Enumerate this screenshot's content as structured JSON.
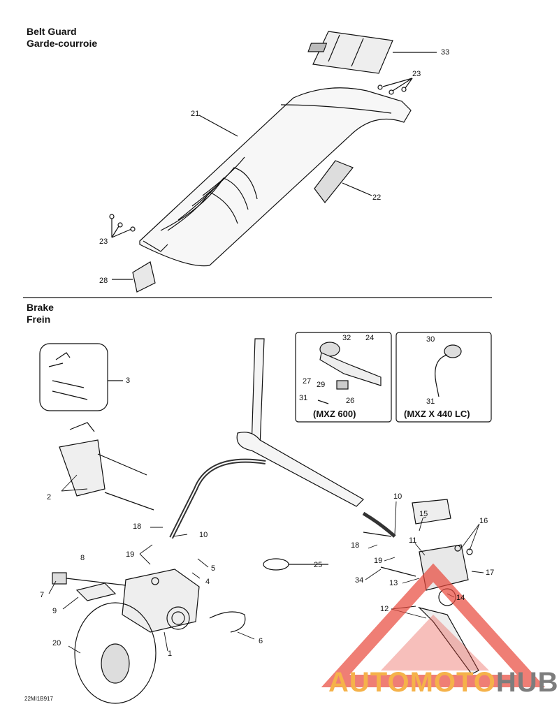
{
  "sections": {
    "belt_guard": {
      "title_en": "Belt Guard",
      "title_fr": "Garde-courroie"
    },
    "brake": {
      "title_en": "Brake",
      "title_fr": "Frein"
    }
  },
  "variants": {
    "mxz600": "(MXZ 600)",
    "mxzx440": "(MXZ X 440 LC)"
  },
  "callouts": {
    "c33": "33",
    "c23a": "23",
    "c21": "21",
    "c22": "22",
    "c23b": "23",
    "c28": "28",
    "c32": "32",
    "c24": "24",
    "c27": "27",
    "c29": "29",
    "c31a": "31",
    "c26": "26",
    "c30": "30",
    "c31b": "31",
    "c3": "3",
    "c2": "2",
    "c10a": "10",
    "c18a": "18",
    "c19a": "19",
    "c8": "8",
    "c5": "5",
    "c4": "4",
    "c7": "7",
    "c9": "9",
    "c25": "25",
    "c20": "20",
    "c1": "1",
    "c6": "6",
    "c10b": "10",
    "c15": "15",
    "c16": "16",
    "c18b": "18",
    "c11": "11",
    "c19b": "19",
    "c17": "17",
    "c34": "34",
    "c13": "13",
    "c14": "14",
    "c12": "12"
  },
  "figure_code": "22MI1B917",
  "watermark": {
    "part1": "AUTO",
    "part2": "MOTO",
    "part3": "HUB",
    "accent": "#f5b24a",
    "gray": "#7d7d7d",
    "triangle": "#e8473b"
  }
}
